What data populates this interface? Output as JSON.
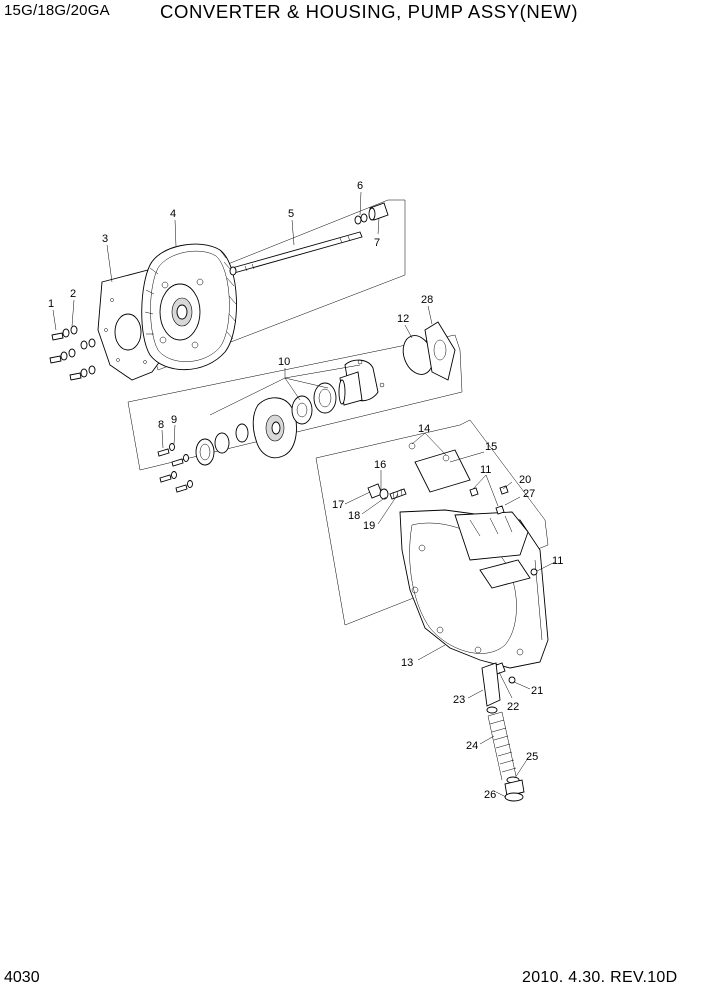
{
  "header": {
    "model": "15G/18G/20GA",
    "title": "CONVERTER & HOUSING, PUMP ASSY(NEW)"
  },
  "footer": {
    "page": "4030",
    "date_rev": "2010. 4.30.  REV.10D"
  },
  "callouts": {
    "c1": "1",
    "c2": "2",
    "c3": "3",
    "c4": "4",
    "c5": "5",
    "c6": "6",
    "c7": "7",
    "c8": "8",
    "c9": "9",
    "c10": "10",
    "c11a": "11",
    "c11b": "11",
    "c12": "12",
    "c13": "13",
    "c14": "14",
    "c15": "15",
    "c16": "16",
    "c17": "17",
    "c18": "18",
    "c19": "19",
    "c20": "20",
    "c21": "21",
    "c22": "22",
    "c23": "23",
    "c24": "24",
    "c25": "25",
    "c26": "26",
    "c27": "27",
    "c28": "28"
  }
}
